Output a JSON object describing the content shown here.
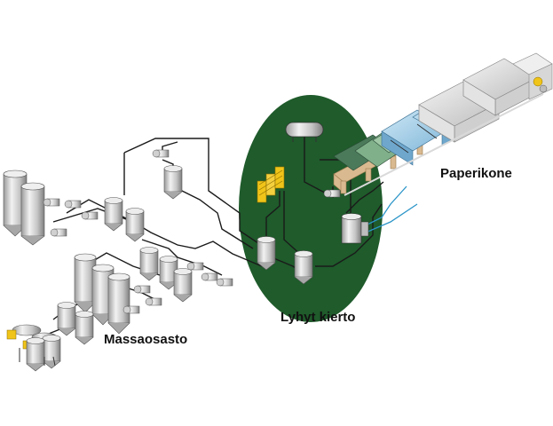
{
  "labels": {
    "paper_machine": "Paperikone",
    "short_circulation": "Lyhyt kierto",
    "stock_preparation": "Massaosasto"
  },
  "colors": {
    "short_circulation_area": "#1f5b2b",
    "pipe": "#1a1a1a",
    "water_pipe": "#2b95c8",
    "tank_light": "#e6e6e6",
    "tank_dark": "#8a8a8a",
    "machine_roof": "#dcdcdc",
    "hood_blue": "#9ccbe6",
    "frame_wood": "#d9b98f",
    "screen_yellow": "#f0c419"
  },
  "icons": [
    "tank-icon",
    "pump-icon",
    "screen-icon",
    "headbox-icon",
    "hood-icon"
  ]
}
